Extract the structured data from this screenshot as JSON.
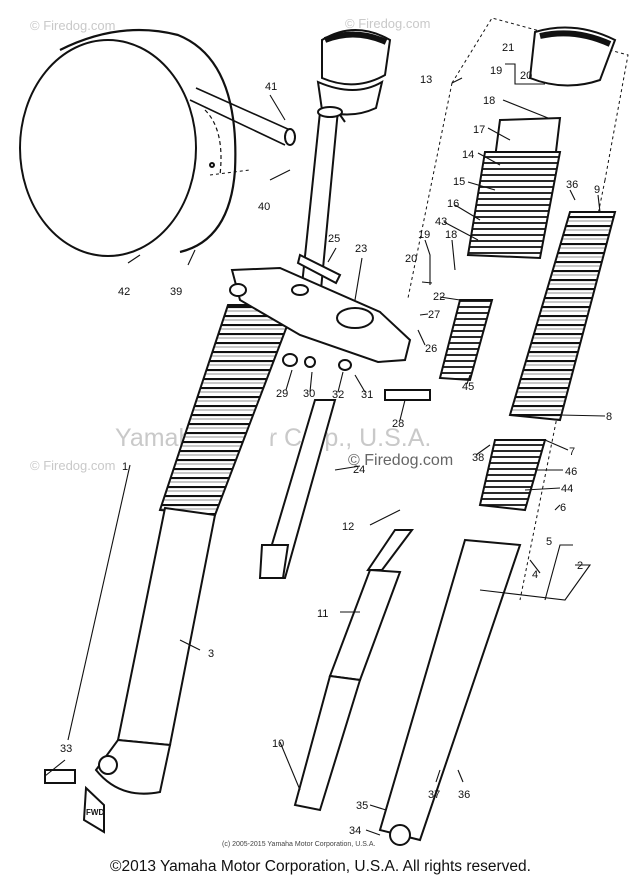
{
  "watermarks": {
    "top_left": "© Firedog.com",
    "top_center": "© Firedog.com",
    "mid_left": "© Firedog.com",
    "mid_center": "© Firedog.com",
    "corp_overlay": "Yamaha Motor Corp., U.S.A."
  },
  "inner_copyright": "(c) 2005-2015 Yamaha Motor Corporation, U.S.A.",
  "footer_copyright": "©2013 Yamaha Motor Corporation, U.S.A. All rights reserved.",
  "part_labels": {
    "p41": "41",
    "p40": "40",
    "p42": "42",
    "p39": "39",
    "p25": "25",
    "p23": "23",
    "p13": "13",
    "p21": "21",
    "p19a": "19",
    "p20a": "20",
    "p18a": "18",
    "p17": "17",
    "p14": "14",
    "p15": "15",
    "p16": "16",
    "p43": "43",
    "p36a": "36",
    "p9": "9",
    "p19b": "19",
    "p18b": "18",
    "p20b": "20",
    "p22": "22",
    "p27": "27",
    "p26": "26",
    "p45": "45",
    "p29": "29",
    "p30": "30",
    "p32": "32",
    "p31": "31",
    "p28": "28",
    "p8": "8",
    "p7": "7",
    "p38": "38",
    "p46": "46",
    "p24": "24",
    "p44": "44",
    "p6": "6",
    "p1": "1",
    "p12": "12",
    "p5": "5",
    "p2": "2",
    "p4": "4",
    "p11": "11",
    "p3": "3",
    "p33": "33",
    "p10": "10",
    "p37": "37",
    "p36b": "36",
    "p35": "35",
    "p34": "34"
  }
}
